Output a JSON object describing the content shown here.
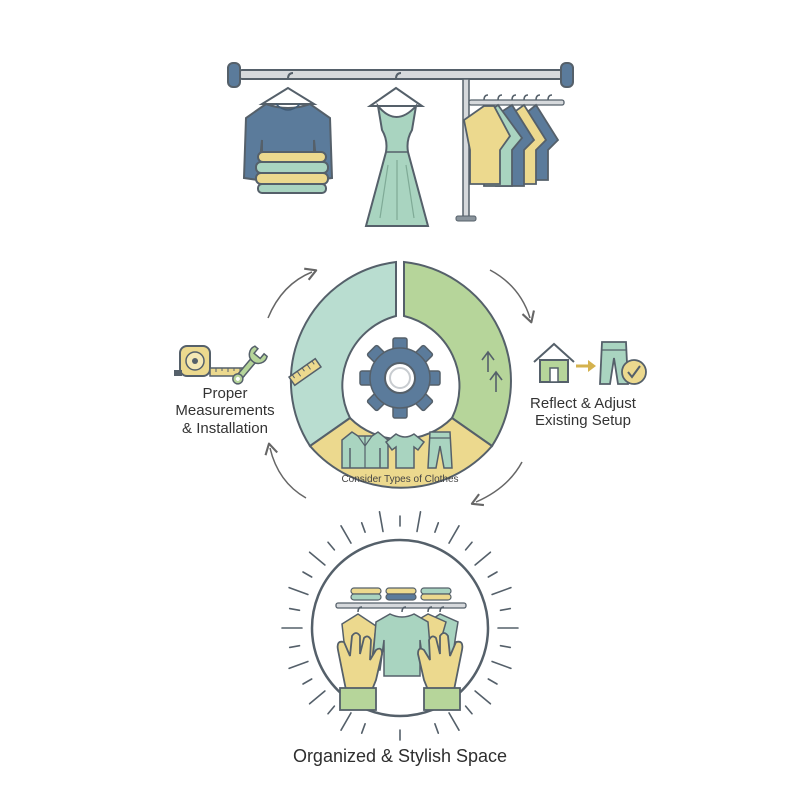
{
  "colors": {
    "outline": "#55606a",
    "blue": "#5b7b9b",
    "mint": "#a9d4c0",
    "mint_dark": "#8fbfaa",
    "sage": "#b6d59a",
    "yellow": "#ecd98e",
    "light_mint_ring": "#b9ddd0",
    "rod": "#c8ccd0"
  },
  "top_illustration": {
    "items": [
      "sweater-on-hanger",
      "folded-stack",
      "dress-on-hanger",
      "hanging-shirts-rack"
    ]
  },
  "cycle": {
    "segments": [
      {
        "name": "measurement-segment",
        "icon": "ruler-icon"
      },
      {
        "name": "adjust-segment",
        "icon": "up-arrows-icon"
      },
      {
        "name": "clothes-types-segment",
        "label": "Consider Types of Clothes",
        "icons": [
          "jacket-icon",
          "tshirt-icon",
          "pants-icon"
        ]
      }
    ],
    "center_icon": "gear-icon"
  },
  "labels": {
    "left": [
      "Proper",
      "Measurements",
      "& Installation"
    ],
    "right": [
      "Reflect & Adjust",
      "Existing Setup"
    ],
    "final": "Organized & Stylish Space"
  }
}
